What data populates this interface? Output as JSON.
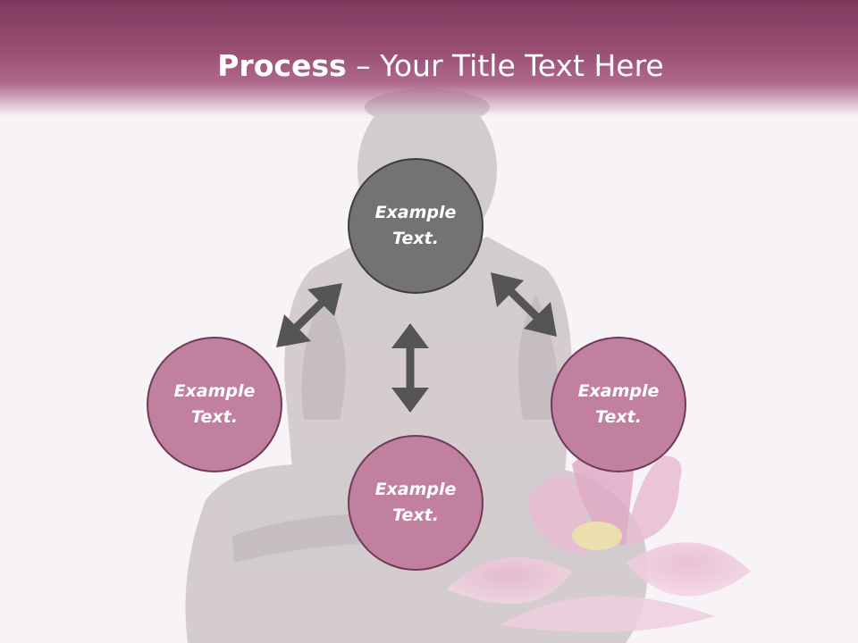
{
  "title": {
    "bold": "Process",
    "rest": " – Your Title Text Here"
  },
  "nodes": {
    "top": "Example Text.",
    "left": "Example Text.",
    "right": "Example Text.",
    "bottom": "Example Text."
  },
  "colors": {
    "header": "#9a4f75",
    "node_pink": "#c1809f",
    "node_gray": "#737373",
    "arrow": "#555555",
    "background": "#f8f3f6"
  }
}
